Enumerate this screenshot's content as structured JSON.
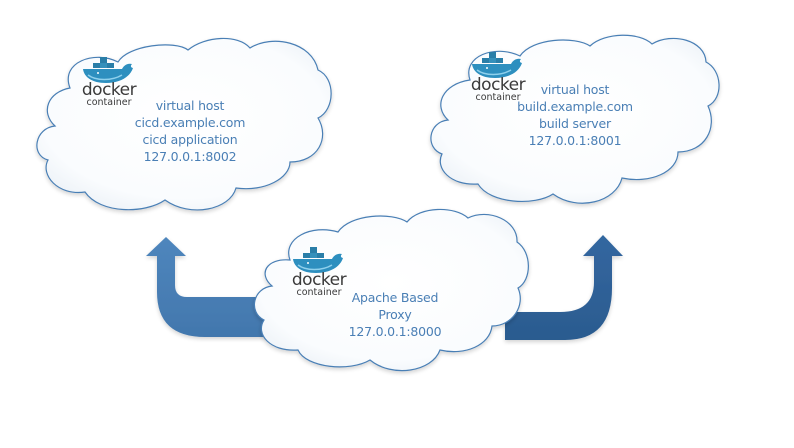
{
  "diagram": {
    "title": "Docker containers behind an Apache based proxy",
    "colors": {
      "cloud_stroke": "#4a7fb5",
      "cloud_fill": "#ffffff",
      "text": "#4a7fb5",
      "arrow_left": "#4a7fb5",
      "arrow_right": "#2f6196",
      "docker_blue": "#2d8fbf",
      "docker_text": "#3a3a3a"
    },
    "nodes": [
      {
        "id": "cicd",
        "badge": {
          "icon": "docker-whale-icon",
          "word": "docker",
          "subword": "container"
        },
        "lines": [
          "virtual host",
          "cicd.example.com",
          "cicd application",
          "127.0.0.1:8002"
        ]
      },
      {
        "id": "build",
        "badge": {
          "icon": "docker-whale-icon",
          "word": "docker",
          "subword": "container"
        },
        "lines": [
          "virtual host",
          "build.example.com",
          "build server",
          "127.0.0.1:8001"
        ]
      },
      {
        "id": "proxy",
        "badge": {
          "icon": "docker-whale-icon",
          "word": "docker",
          "subword": "container"
        },
        "lines": [
          "Apache Based",
          "Proxy",
          "127.0.0.1:8000"
        ]
      }
    ],
    "edges": [
      {
        "from": "proxy",
        "to": "cicd",
        "style": "curved-arrow-up-left"
      },
      {
        "from": "proxy",
        "to": "build",
        "style": "curved-arrow-up-right"
      }
    ]
  }
}
